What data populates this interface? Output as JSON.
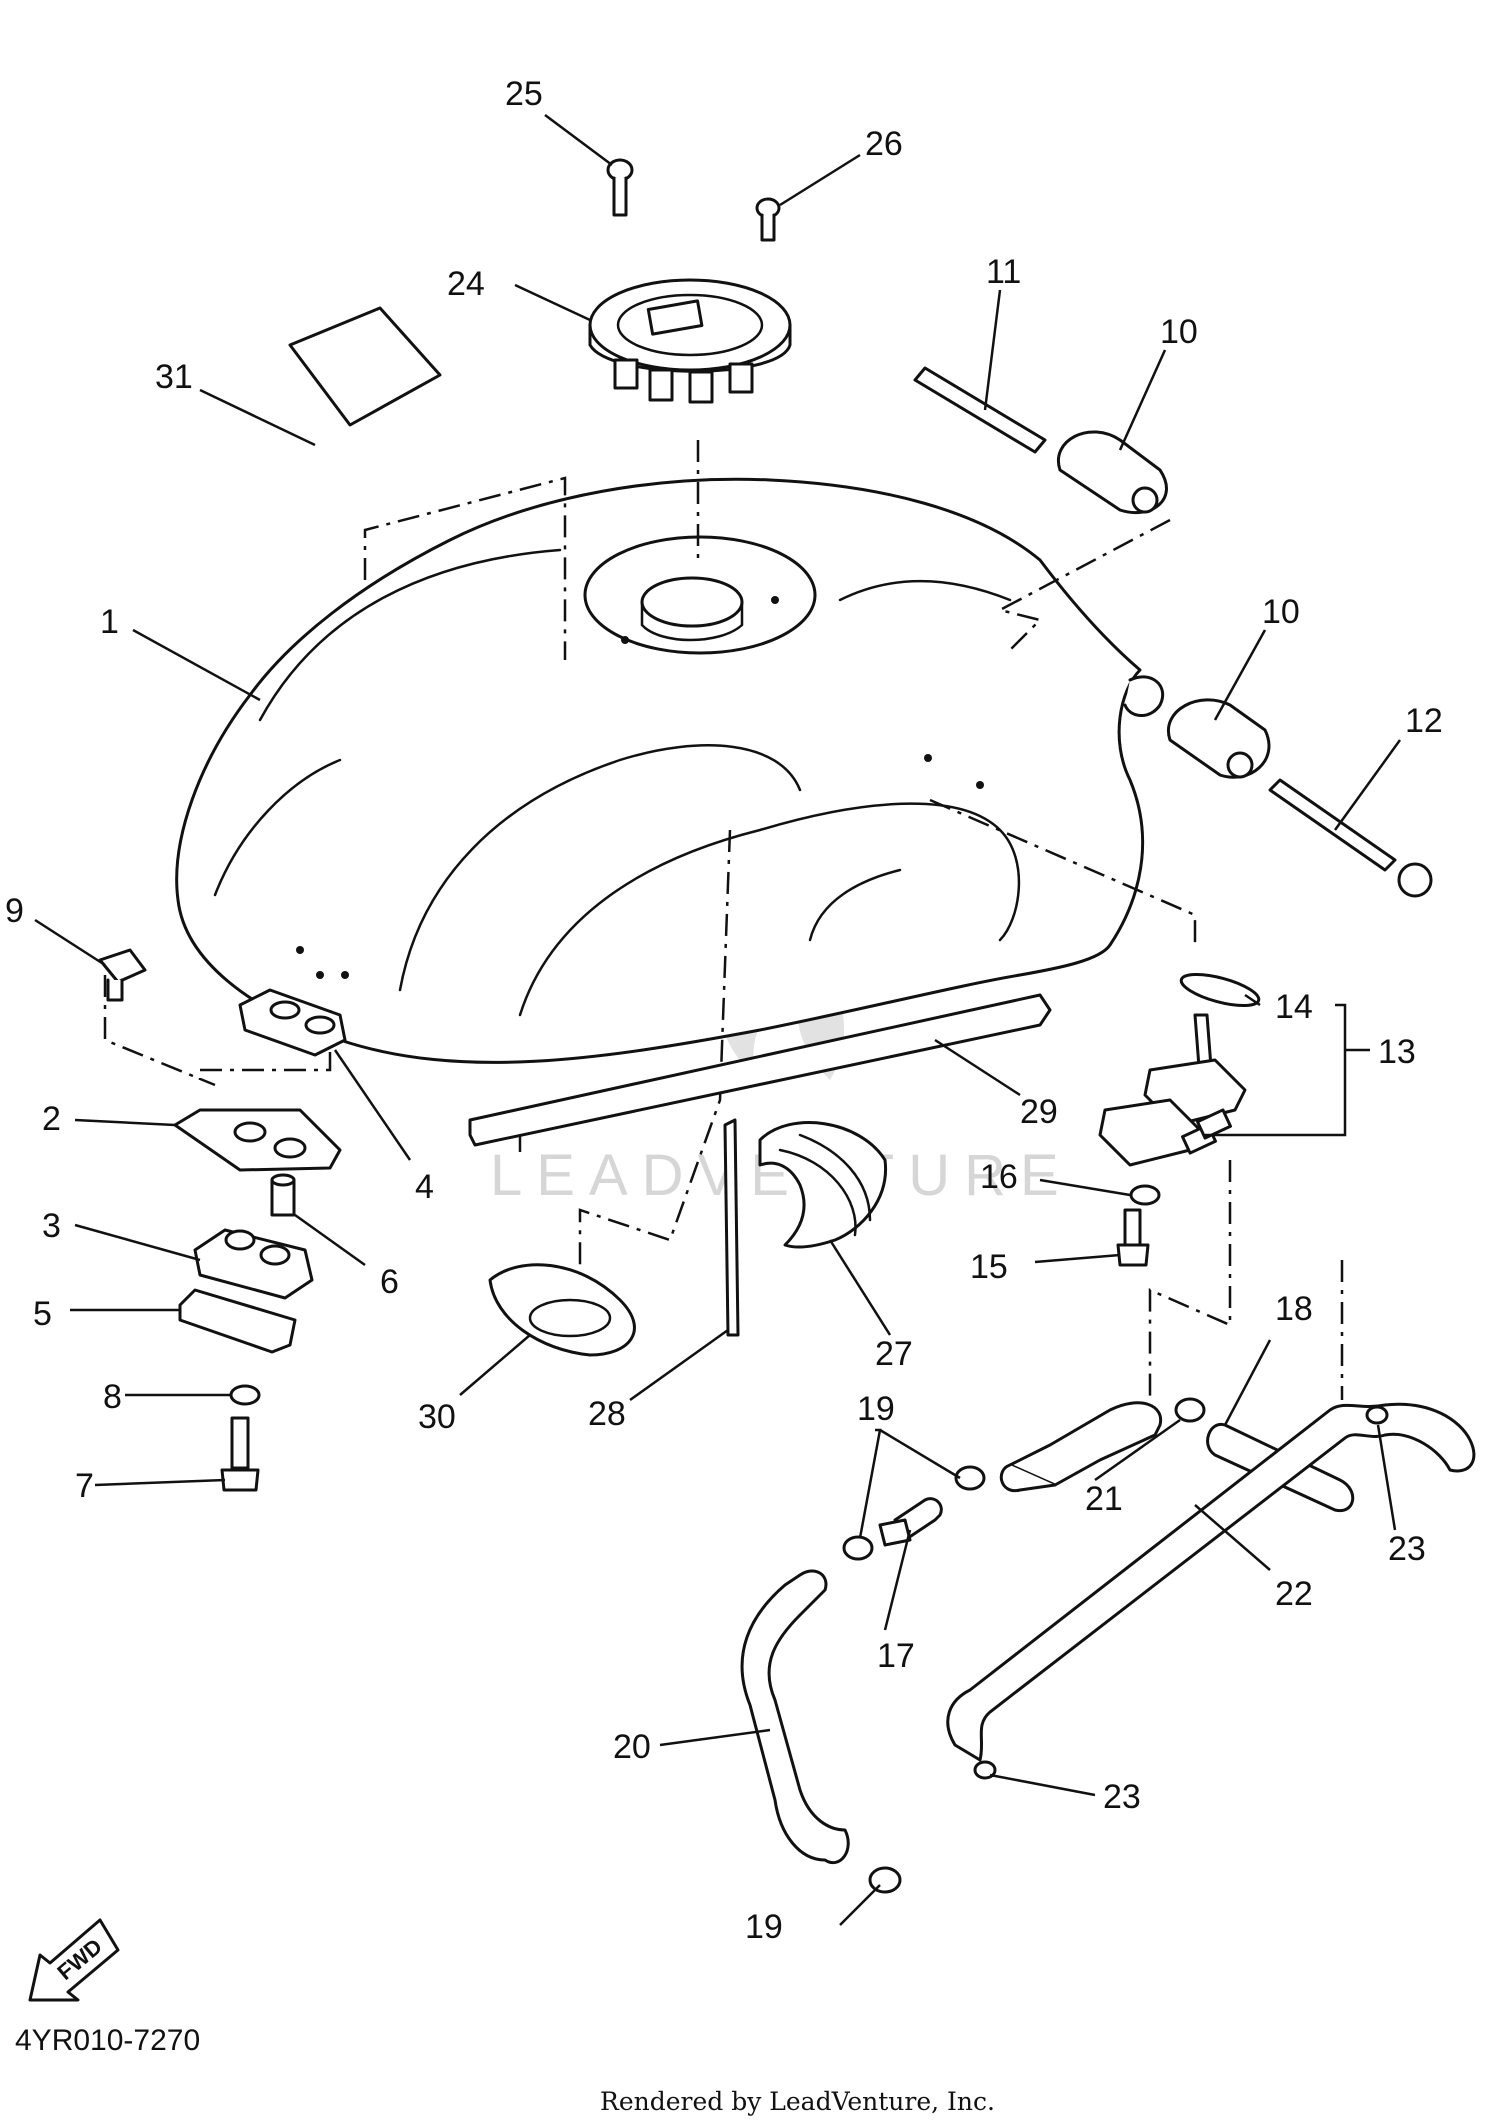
{
  "diagram_code": "4YR010-7270",
  "footer_credit": "Rendered by LeadVenture, Inc.",
  "watermark": "LEADVENTURE",
  "fwd_label": "FWD",
  "callouts": [
    {
      "id": "c1",
      "label": "1"
    },
    {
      "id": "c2",
      "label": "2"
    },
    {
      "id": "c3",
      "label": "3"
    },
    {
      "id": "c4",
      "label": "4"
    },
    {
      "id": "c5",
      "label": "5"
    },
    {
      "id": "c6",
      "label": "6"
    },
    {
      "id": "c7",
      "label": "7"
    },
    {
      "id": "c8",
      "label": "8"
    },
    {
      "id": "c9",
      "label": "9"
    },
    {
      "id": "c10a",
      "label": "10"
    },
    {
      "id": "c10b",
      "label": "10"
    },
    {
      "id": "c11",
      "label": "11"
    },
    {
      "id": "c12",
      "label": "12"
    },
    {
      "id": "c13",
      "label": "13"
    },
    {
      "id": "c14",
      "label": "14"
    },
    {
      "id": "c15",
      "label": "15"
    },
    {
      "id": "c16",
      "label": "16"
    },
    {
      "id": "c17",
      "label": "17"
    },
    {
      "id": "c18",
      "label": "18"
    },
    {
      "id": "c19a",
      "label": "19"
    },
    {
      "id": "c19b",
      "label": "19"
    },
    {
      "id": "c20",
      "label": "20"
    },
    {
      "id": "c21",
      "label": "21"
    },
    {
      "id": "c22",
      "label": "22"
    },
    {
      "id": "c23a",
      "label": "23"
    },
    {
      "id": "c23b",
      "label": "23"
    },
    {
      "id": "c24",
      "label": "24"
    },
    {
      "id": "c25",
      "label": "25"
    },
    {
      "id": "c26",
      "label": "26"
    },
    {
      "id": "c27",
      "label": "27"
    },
    {
      "id": "c28",
      "label": "28"
    },
    {
      "id": "c29",
      "label": "29"
    },
    {
      "id": "c30",
      "label": "30"
    },
    {
      "id": "c31",
      "label": "31"
    }
  ]
}
